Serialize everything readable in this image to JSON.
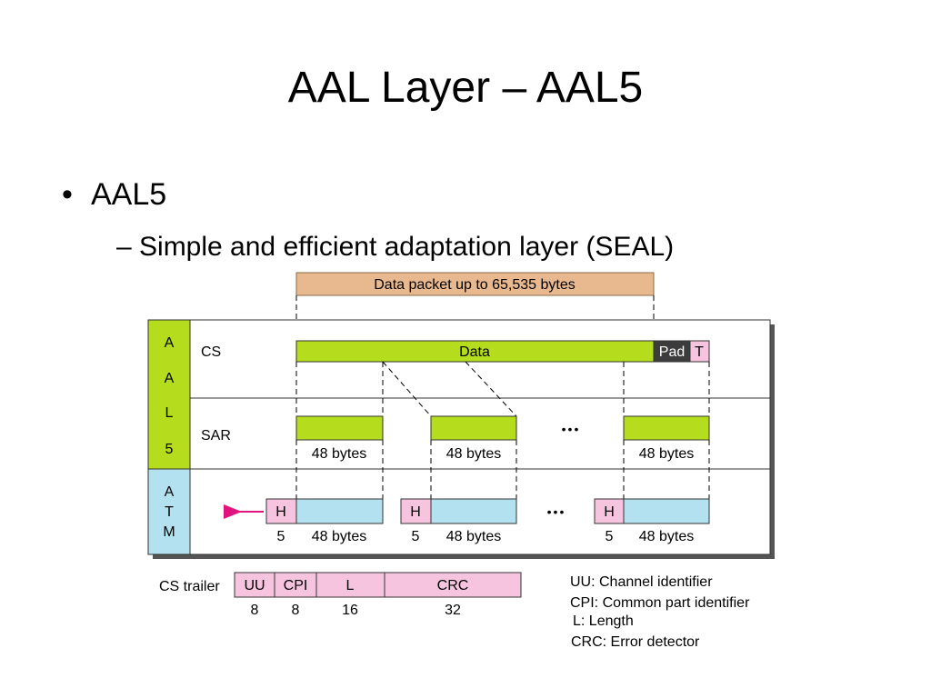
{
  "slide": {
    "title": "AAL Layer – AAL5",
    "bullet": "AAL5",
    "bullet_marker": "•",
    "sub_bullet": "– Simple and efficient adaptation layer (SEAL)"
  },
  "diagram": {
    "data_packet_label": "Data packet up to 65,535 bytes",
    "aal5_side_letters": [
      "A",
      "A",
      "L",
      "5"
    ],
    "atm_side_letters": [
      "A",
      "T",
      "M"
    ],
    "cs_label": "CS",
    "sar_label": "SAR",
    "cs_data_label": "Data",
    "pad_label": "Pad",
    "trailer_label": "T",
    "ellipsis": "•••",
    "segment_size": "48 bytes",
    "header_label": "H",
    "header_size": "5",
    "cs_trailer_title": "CS trailer",
    "cs_trailer_fields": [
      {
        "name": "UU",
        "bits": "8"
      },
      {
        "name": "CPI",
        "bits": "8"
      },
      {
        "name": "L",
        "bits": "16"
      },
      {
        "name": "CRC",
        "bits": "32"
      }
    ],
    "legend": [
      "UU: Channel identifier",
      "CPI: Common part identifier",
      "L: Length",
      "CRC: Error detector"
    ],
    "colors": {
      "packet": "#e8b98f",
      "data_green": "#b5dd1e",
      "pad_dark": "#3c3c3c",
      "trailer_pink": "#f6c4df",
      "header_pink": "#f6c4df",
      "payload_blue": "#b3e1ef",
      "side_green": "#b5dd1e",
      "side_blue": "#b3e1ef",
      "arrow": "#e0147e"
    }
  }
}
